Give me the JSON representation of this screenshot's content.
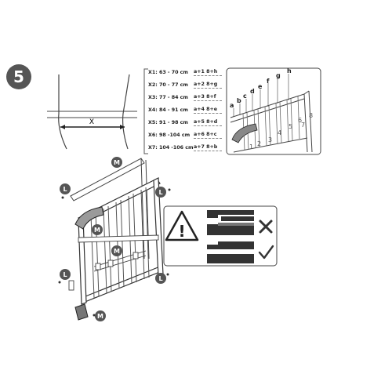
{
  "step": {
    "number": "5"
  },
  "measure": {
    "label": "X"
  },
  "size_table": [
    {
      "size": "X1: 63 - 70 cm",
      "combo": "a+1  8+h"
    },
    {
      "size": "X2: 70 - 77 cm",
      "combo": "a+2  8+g"
    },
    {
      "size": "X3: 77 - 84 cm",
      "combo": "a+3  8+f"
    },
    {
      "size": "X4: 84 - 91 cm",
      "combo": "a+4  8+e"
    },
    {
      "size": "X5: 91 - 98 cm",
      "combo": "a+5  8+d"
    },
    {
      "size": "X6: 98 -104 cm",
      "combo": "a+6  8+c"
    },
    {
      "size": "X7: 104 -106 cm",
      "combo": "a+7  8+b"
    }
  ],
  "detail": {
    "letters": [
      "a",
      "b",
      "c",
      "d",
      "e",
      "f",
      "g",
      "h"
    ],
    "numbers": [
      "1",
      "2",
      "3",
      "4",
      "5",
      "6",
      "7",
      "8"
    ]
  },
  "callouts": {
    "m": "M",
    "l": "L"
  },
  "warning": {
    "symbol": "!"
  },
  "colors": {
    "ink": "#222222",
    "badge": "#555555",
    "panel": "#333333",
    "wrong": "#333333",
    "right": "#333333"
  },
  "icons": {
    "wrong": "cross-icon",
    "right": "check-icon"
  }
}
